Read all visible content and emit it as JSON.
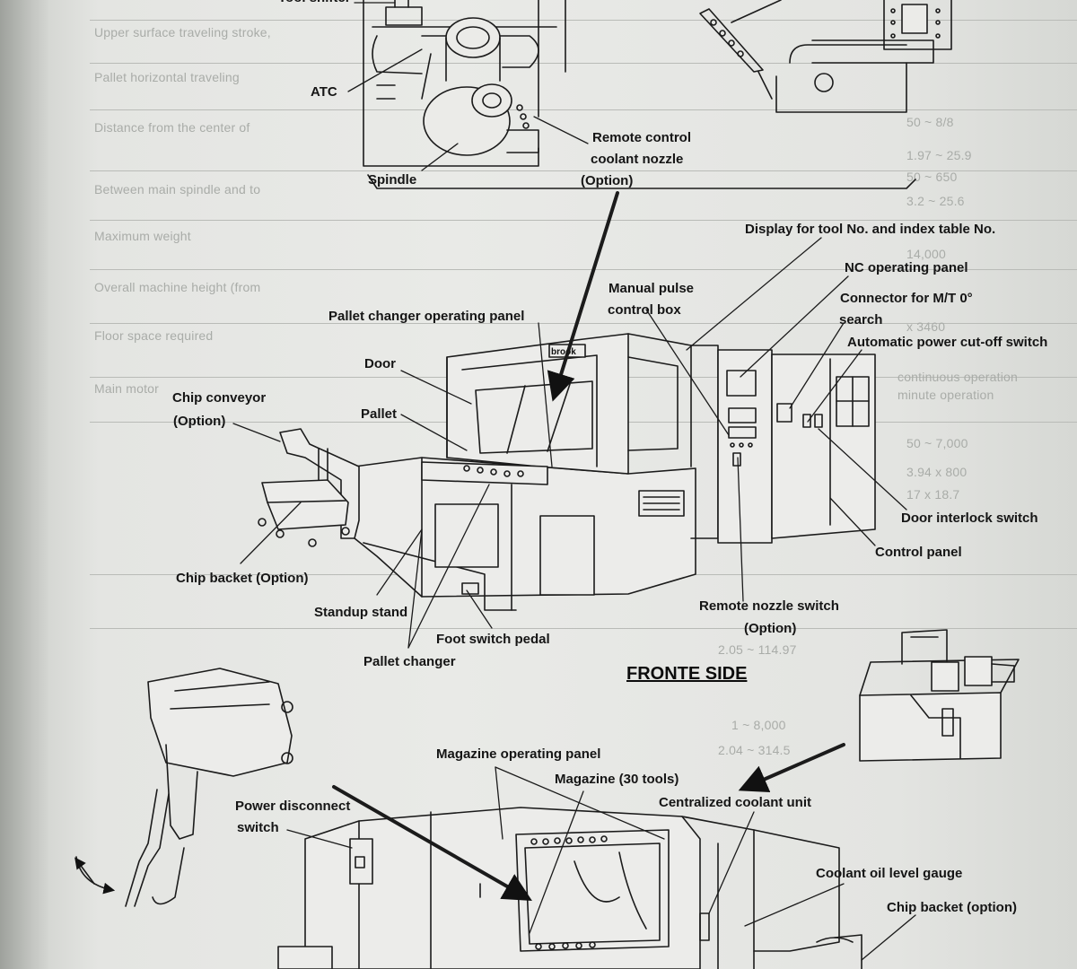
{
  "section_heading": "FRONTE SIDE",
  "labels": {
    "tool_shifter": "Tool shifter",
    "atc": "ATC",
    "spindle": "Spindle",
    "remote_coolant_line1": "Remote control",
    "remote_coolant_line2": "coolant nozzle",
    "remote_coolant_line3": "(Option)",
    "display_tool_no": "Display for tool No. and index table No.",
    "nc_operating_panel": "NC operating panel",
    "manual_pulse_line1": "Manual pulse",
    "manual_pulse_line2": "control box",
    "connector_line1": "Connector for M/T 0°",
    "connector_line2": "search",
    "pallet_changer_panel": "Pallet changer operating panel",
    "auto_power_cutoff": "Automatic power cut-off switch",
    "door": "Door",
    "chip_conveyor_line1": "Chip conveyor",
    "chip_conveyor_line2": "(Option)",
    "pallet": "Pallet",
    "door_interlock": "Door interlock switch",
    "control_panel": "Control panel",
    "chip_backet": "Chip backet (Option)",
    "standup_stand": "Standup stand",
    "remote_nozzle_switch_line1": "Remote nozzle switch",
    "remote_nozzle_switch_line2": "(Option)",
    "foot_switch_pedal": "Foot switch pedal",
    "pallet_changer": "Pallet changer",
    "magazine_operating_panel": "Magazine operating panel",
    "magazine_30_tools": "Magazine (30 tools)",
    "centralized_coolant": "Centralized coolant unit",
    "power_disconnect_line1": "Power disconnect",
    "power_disconnect_line2": "switch",
    "coolant_oil_gauge": "Coolant oil level gauge",
    "chip_backet_option": "Chip backet (option)",
    "badge": "brook"
  },
  "background_table": {
    "left_rows": [
      "Upper surface traveling stroke,",
      "Pallet horizontal traveling",
      "Distance from the center of",
      "Between main spindle and to",
      "Maximum weight",
      "Overall machine height (from",
      "Floor space required",
      "Main motor"
    ],
    "right_values": [
      "50 ~ 8/8",
      "1.97 ~ 25.9",
      "50 ~ 650",
      "3.2 ~ 25.6",
      "14,000",
      "x 3460",
      "continuous operation",
      "minute operation",
      "50 ~ 7,000",
      "3.94 x 800",
      "17 x 18.7",
      "2.05 ~ 114.97",
      "1 ~ 8,000",
      "2.04 ~ 314.5"
    ]
  }
}
